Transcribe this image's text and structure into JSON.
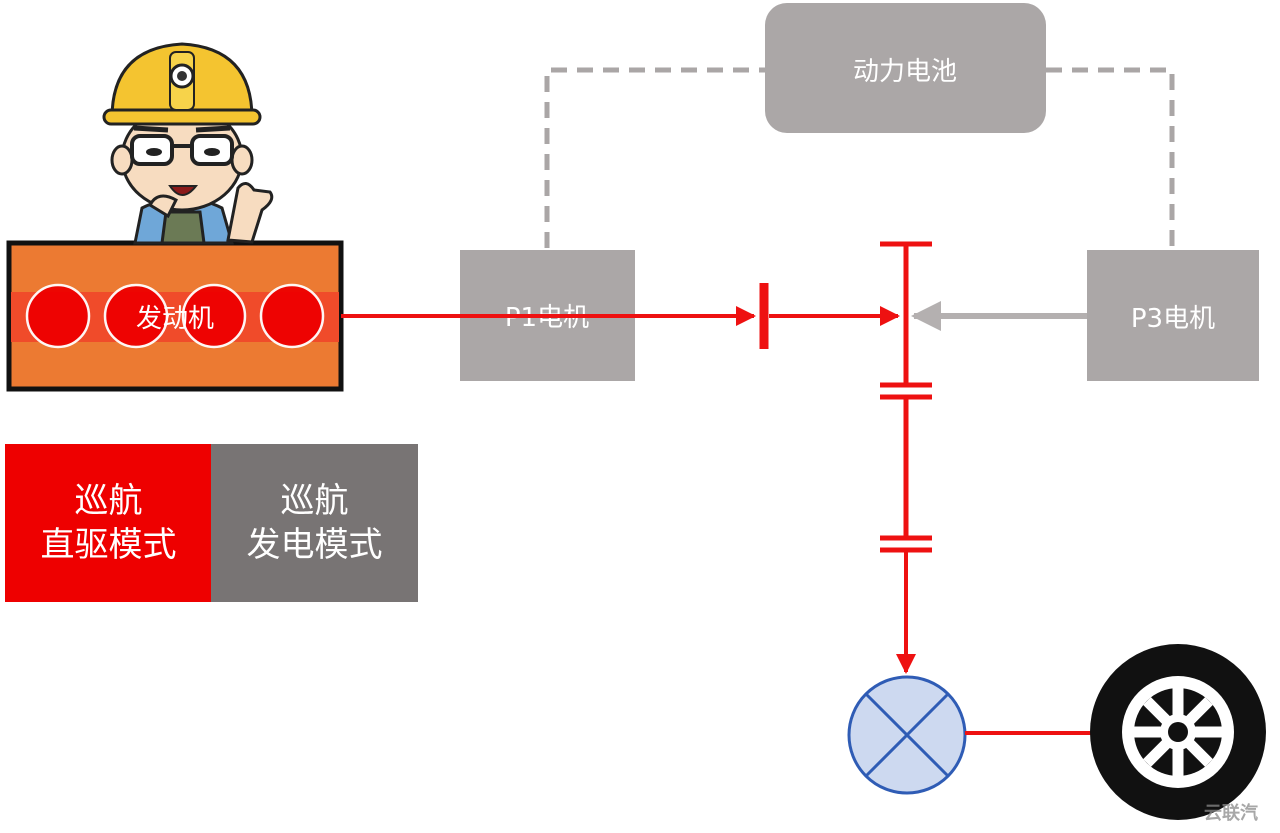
{
  "battery": {
    "label": "动力电池"
  },
  "engine": {
    "label": "发动机"
  },
  "p1_motor": {
    "label": "P1电机"
  },
  "p3_motor": {
    "label": "P3电机"
  },
  "modes": {
    "direct": {
      "line1": "巡航",
      "line2": "直驱模式"
    },
    "generate": {
      "line1": "巡航",
      "line2": "发电模式"
    }
  },
  "watermark": "云联汽",
  "colors": {
    "active_flow": "#ee1111",
    "inactive": "#aaa6a6",
    "mode_active": "#ee0000",
    "mode_inactive": "#787474",
    "engine_body": "#ec7a32",
    "differential_fill": "#cdd9f0",
    "differential_stroke": "#2f5cb5"
  }
}
